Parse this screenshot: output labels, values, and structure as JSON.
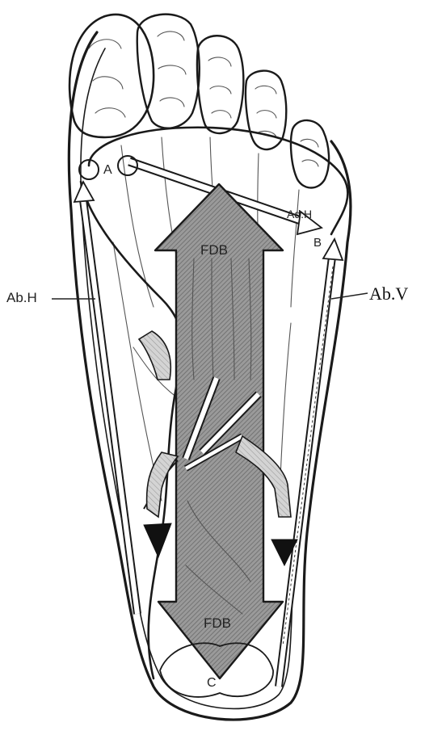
{
  "labels": {
    "point_a": "A",
    "point_b": "B",
    "point_c": "C",
    "ad_h": "Ad.H",
    "ab_h": "Ab.H",
    "ab_v": "Ab.V",
    "fdb_top": "FDB",
    "fdb_bottom": "FDB"
  }
}
